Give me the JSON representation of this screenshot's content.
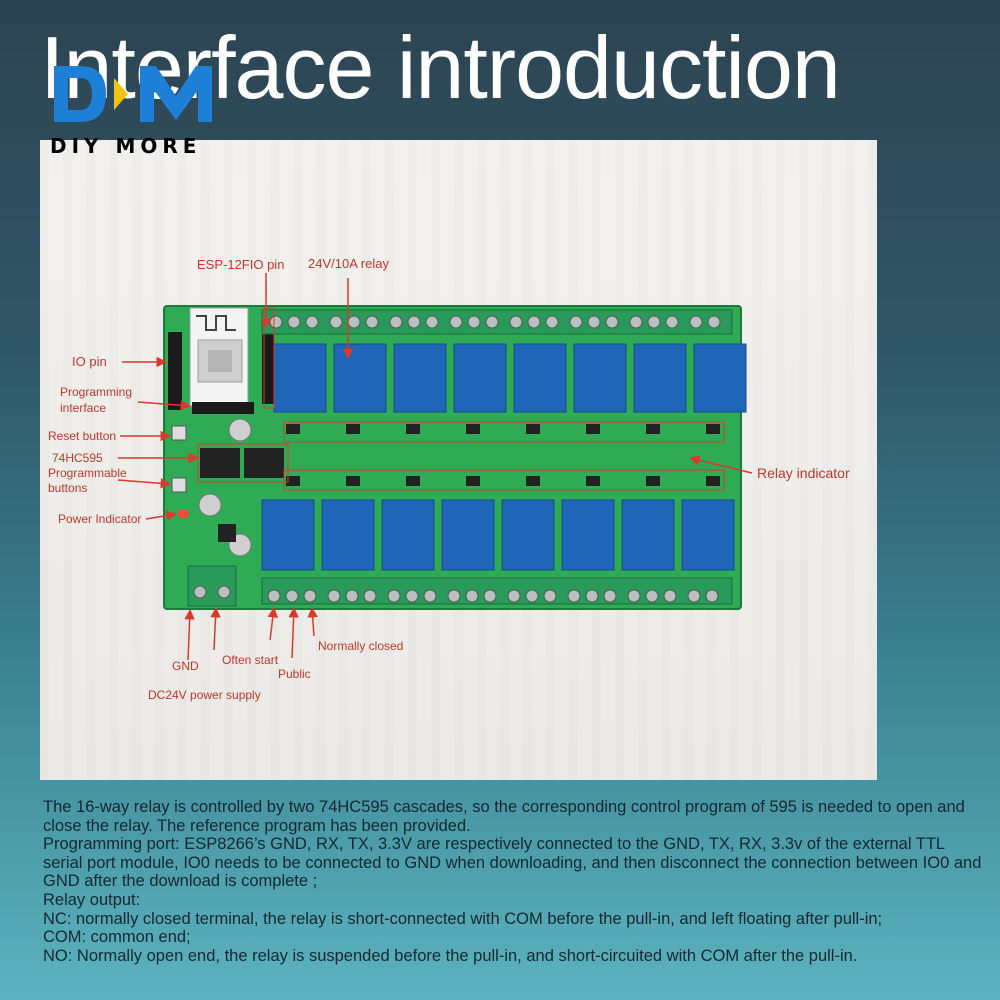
{
  "title": "Interface introduction",
  "logo": {
    "mark": "DM",
    "text": "DIY MORE"
  },
  "labels": {
    "esp_pin": "ESP-12FIO pin",
    "relay": "24V/10A relay",
    "io_pin": "IO pin",
    "prog_1": "Programming",
    "prog_2": "interface",
    "reset": "Reset button",
    "hc595": "74HC595",
    "progbtn_1": "Programmable",
    "progbtn_2": "buttons",
    "power": "Power Indicator",
    "relay_ind": "Relay indicator",
    "gnd": "GND",
    "often": "Often start",
    "public": "Public",
    "nc": "Normally closed",
    "dc": "DC24V power supply"
  },
  "description": [
    "The 16-way relay is controlled by two 74HC595 cascades, so the corresponding control program of 595 is needed to open and close the relay. The reference program has been provided.",
    "Programming port: ESP8266’s GND, RX, TX, 3.3V are respectively connected to the GND, TX, RX, 3.3v of the external TTL serial port module, IO0 needs to be connected to GND when downloading, and then disconnect the connection between IO0 and GND after the download is complete ;",
    "Relay output:",
    "NC: normally closed terminal, the relay is short-connected with COM before the pull-in, and left floating after pull-in;",
    "COM: common end;",
    "NO: Normally open end, the relay is suspended before the pull-in, and short-circuited with COM after the pull-in."
  ],
  "colors": {
    "pcb": "#2faa55",
    "relay": "#1f66b8",
    "terminal": "#2a9a5a",
    "label": "#c0392b"
  }
}
